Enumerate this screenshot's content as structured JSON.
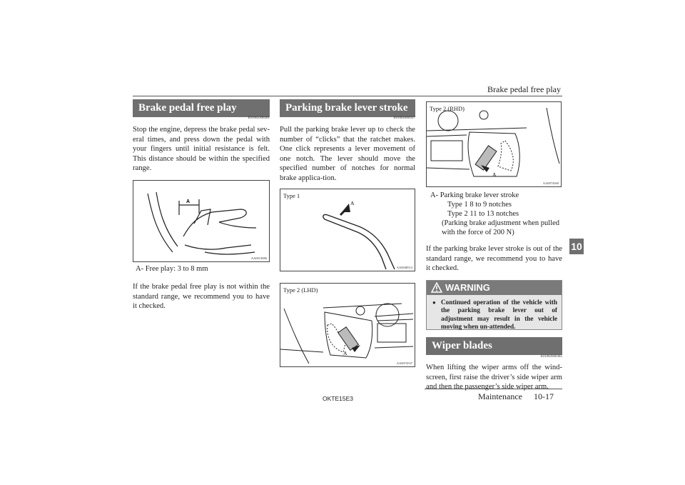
{
  "header": {
    "title": "Brake pedal free play"
  },
  "tab": {
    "chapter": "10"
  },
  "col1": {
    "heading": "Brake pedal free play",
    "code": "E01002300281",
    "paragraph": "Stop the engine, depress the brake pedal sev-eral times, and press down the pedal with your fingers until initial resistance is felt. This distance should be within the specified range.",
    "figure": {
      "label_a": "A",
      "id": "AA0013086"
    },
    "caption_prefix": "A-",
    "caption_text": "Free play: 3 to 8 mm",
    "paragraph2": "If the brake pedal free play is not within the standard range, we recommend you to have it checked."
  },
  "col2": {
    "heading": "Parking brake lever stroke",
    "code": "E01002400327",
    "paragraph": "Pull the parking brake lever up to check the number of “clicks” that the ratchet makes. One click represents a lever movement of one notch. The lever should move the specified number of notches for normal brake applica-tion.",
    "figure1": {
      "type_label": "Type 1",
      "label_a": "A",
      "id": "AA0048514"
    },
    "figure2": {
      "type_label": "Type 2 (LHD)",
      "label_a": "A",
      "id": "AA0074537"
    }
  },
  "col3": {
    "figure": {
      "type_label": "Type 2 (RHD)",
      "label_a": "A",
      "id": "AA0074560"
    },
    "caption_prefix": "A-",
    "caption_line1": "Parking brake lever stroke",
    "caption_line2": "Type 1 8 to 9 notches",
    "caption_line3": "Type 2 11 to 13 notches",
    "caption_line4": "(Parking brake adjustment when pulled",
    "caption_line5": "with the force of 200 N)",
    "paragraph": "If the parking brake lever stroke is out of the standard range, we recommend you to have it checked.",
    "warning": {
      "title": "WARNING",
      "text": "Continued operation of the vehicle with the parking brake lever out of adjustment may result in the vehicle moving when un-attended."
    },
    "heading2": "Wiper blades",
    "code2": "E01002600385",
    "paragraph2": "When lifting the wiper arms off the wind-screen, first raise the driver’s side wiper arm and then the passenger’s side wiper arm."
  },
  "footer": {
    "code": "OKTE15E3",
    "section": "Maintenance",
    "page": "10-17"
  }
}
